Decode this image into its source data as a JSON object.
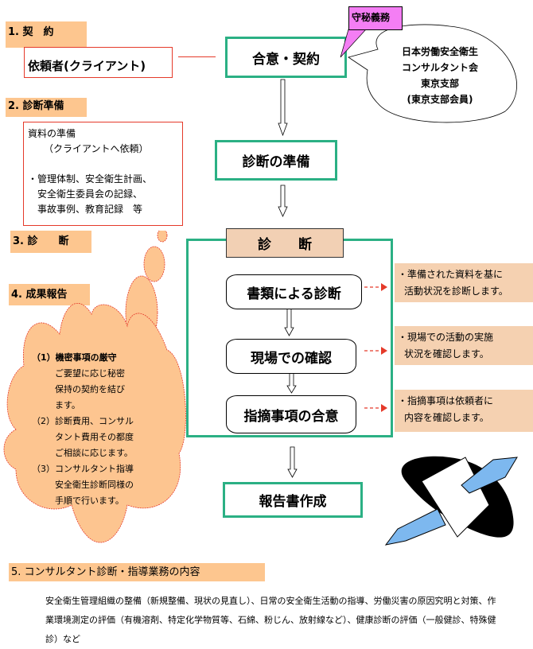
{
  "sections": {
    "s1": "1. 契　約",
    "s2": "2. 診断準備",
    "s3": "3. 診　　断",
    "s4": "4. 成果報告",
    "s5": "5. コンサルタント診断・指導業務の内容"
  },
  "client": "依頼者(クライアント)",
  "agreement": "合意・契約",
  "confidentiality": "守秘義務",
  "association": [
    "日本労働安全衛生",
    "コンサルタント会",
    "東京支部",
    "(東京支部会員)"
  ],
  "prep_box": {
    "title": "資料の準備",
    "sub": "（クライアントへ依頼）",
    "items": [
      "・管理体制、安全衛生計画、",
      "安全衛生委員会の記録、",
      "事故事例、教育記録　等"
    ]
  },
  "prep_step": "診断の準備",
  "diagnosis": {
    "header": "診　　断",
    "steps": [
      "書類による診断",
      "現場での確認",
      "指摘事項の合意"
    ],
    "notes": [
      [
        "・準備された資料を基に",
        "活動状況を診断します。"
      ],
      [
        "・現場での活動の実施",
        "状況を確認します。"
      ],
      [
        "・指摘事項は依頼者に",
        "内容を確認します。"
      ]
    ]
  },
  "report": "報告書作成",
  "cloud": [
    {
      "title": "（1）機密事項の厳守",
      "lines": [
        "ご要望に応じ秘密",
        "保持の契約を結び",
        "ます。"
      ]
    },
    {
      "title": "（2）診断費用、コンサル",
      "lines": [
        "タント費用その都度",
        "ご相談に応じます。"
      ]
    },
    {
      "title": "（3）コンサルタント指導",
      "lines": [
        "安全衛生診断同様の",
        "手順で行います。"
      ]
    }
  ],
  "content": "安全衛生管理組織の整備（新規整備、現状の見直し）、日常の安全衛生活動の指導、労働災害の原因究明と対策、作業環境測定の評価（有機溶剤、特定化学物質等、石綿、粉じん、放射線など）、健康診断の評価（一般健診、特殊健診）など",
  "colors": {
    "teal": "#2bb084",
    "section": "#fdc68f",
    "note": "#f5d1b1",
    "pink": "#f47ef4",
    "red": "#e53a2a"
  }
}
